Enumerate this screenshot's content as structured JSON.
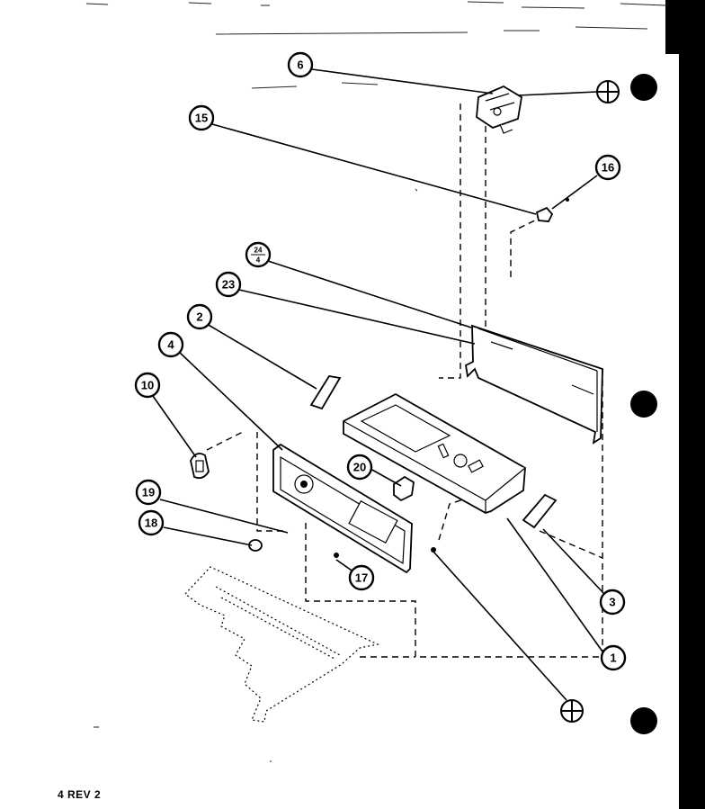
{
  "diagram": {
    "callouts": [
      {
        "id": "c6",
        "label": "6"
      },
      {
        "id": "c15",
        "label": "15"
      },
      {
        "id": "c16",
        "label": "16"
      },
      {
        "id": "c24",
        "label_top": "24",
        "label_bottom": "4"
      },
      {
        "id": "c23",
        "label": "23"
      },
      {
        "id": "c2",
        "label": "2"
      },
      {
        "id": "c4",
        "label": "4"
      },
      {
        "id": "c10",
        "label": "10"
      },
      {
        "id": "c20",
        "label": "20"
      },
      {
        "id": "c19",
        "label": "19"
      },
      {
        "id": "c18",
        "label": "18"
      },
      {
        "id": "c17",
        "label": "17"
      },
      {
        "id": "c3",
        "label": "3"
      },
      {
        "id": "c1",
        "label": "1"
      }
    ]
  },
  "footer": {
    "code": "4 REV 2"
  },
  "colors": {
    "ink": "#000000",
    "paper": "#ffffff"
  }
}
